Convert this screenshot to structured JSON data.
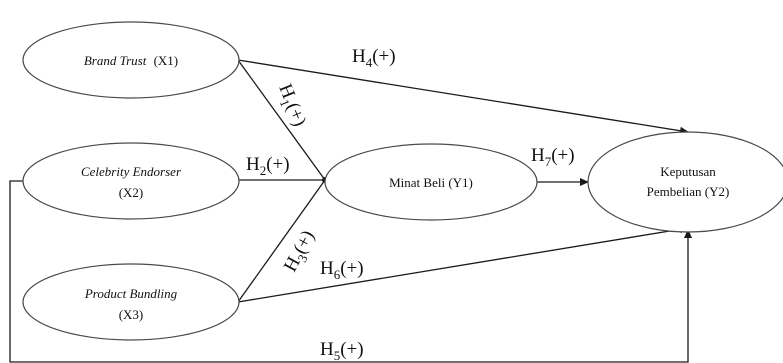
{
  "nodes": {
    "x1": {
      "name": "Brand Trust",
      "code": "(X1)"
    },
    "x2": {
      "name": "Celebrity Endorser",
      "code": "(X2)"
    },
    "x3": {
      "name": "Product Bundling",
      "code": "(X3)"
    },
    "y1": {
      "label": "Minat Beli (Y1)"
    },
    "y2": {
      "line1": "Keputusan",
      "line2": "Pembelian (Y2)"
    }
  },
  "hypotheses": {
    "h1": {
      "letter": "H",
      "num": "1",
      "sign": "(+)"
    },
    "h2": {
      "letter": "H",
      "num": "2",
      "sign": "(+)"
    },
    "h3": {
      "letter": "H",
      "num": "3",
      "sign": "(+)"
    },
    "h4": {
      "letter": "H",
      "num": "4",
      "sign": "(+)"
    },
    "h5": {
      "letter": "H",
      "num": "5",
      "sign": "(+)"
    },
    "h6": {
      "letter": "H",
      "num": "6",
      "sign": "(+)"
    },
    "h7": {
      "letter": "H",
      "num": "7",
      "sign": "(+)"
    }
  }
}
